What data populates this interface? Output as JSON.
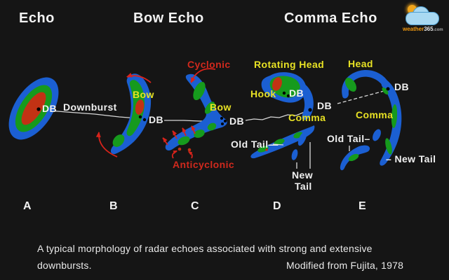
{
  "titles": {
    "stage1": "Echo",
    "stage2": "Bow Echo",
    "stage3": "Comma Echo"
  },
  "logo": {
    "icon": "sun-cloud-icon",
    "brand_part1": "weather",
    "brand_part2": "365",
    "brand_part3": ".com"
  },
  "stages": {
    "a": {
      "letter": "A",
      "db": "DB",
      "downburst": "Downburst"
    },
    "b": {
      "letter": "B",
      "bow": "Bow",
      "db": "DB"
    },
    "c": {
      "letter": "C",
      "cyclonic": "Cyclonic",
      "bow": "Bow",
      "db": "DB",
      "anticyclonic": "Anticyclonic"
    },
    "d": {
      "letter": "D",
      "rotating_head": "Rotating Head",
      "hook": "Hook",
      "db1": "DB",
      "db2": "DB",
      "comma": "Comma",
      "old_tail": "Old Tail—",
      "new_tail_line1": "New",
      "new_tail_line2": "Tail"
    },
    "e": {
      "letter": "E",
      "head": "Head",
      "db": "DB",
      "comma": "Comma",
      "old_tail": "Old Tail–",
      "new_tail": "– New Tail"
    }
  },
  "caption": {
    "line1": "A typical morphology of radar echoes associated with strong and extensive",
    "line2": "downbursts.",
    "credit": "Modified from Fujita, 1978"
  },
  "colors": {
    "background": "#151515",
    "echo_blue": "#1b5fd2",
    "echo_green": "#169a1d",
    "echo_red": "#c23214",
    "arrow_red": "#d8231b",
    "label_yellow": "#e8e224",
    "label_red": "#d0291d",
    "text_white": "#f0f0f0",
    "track_line": "#d8d8d8"
  }
}
